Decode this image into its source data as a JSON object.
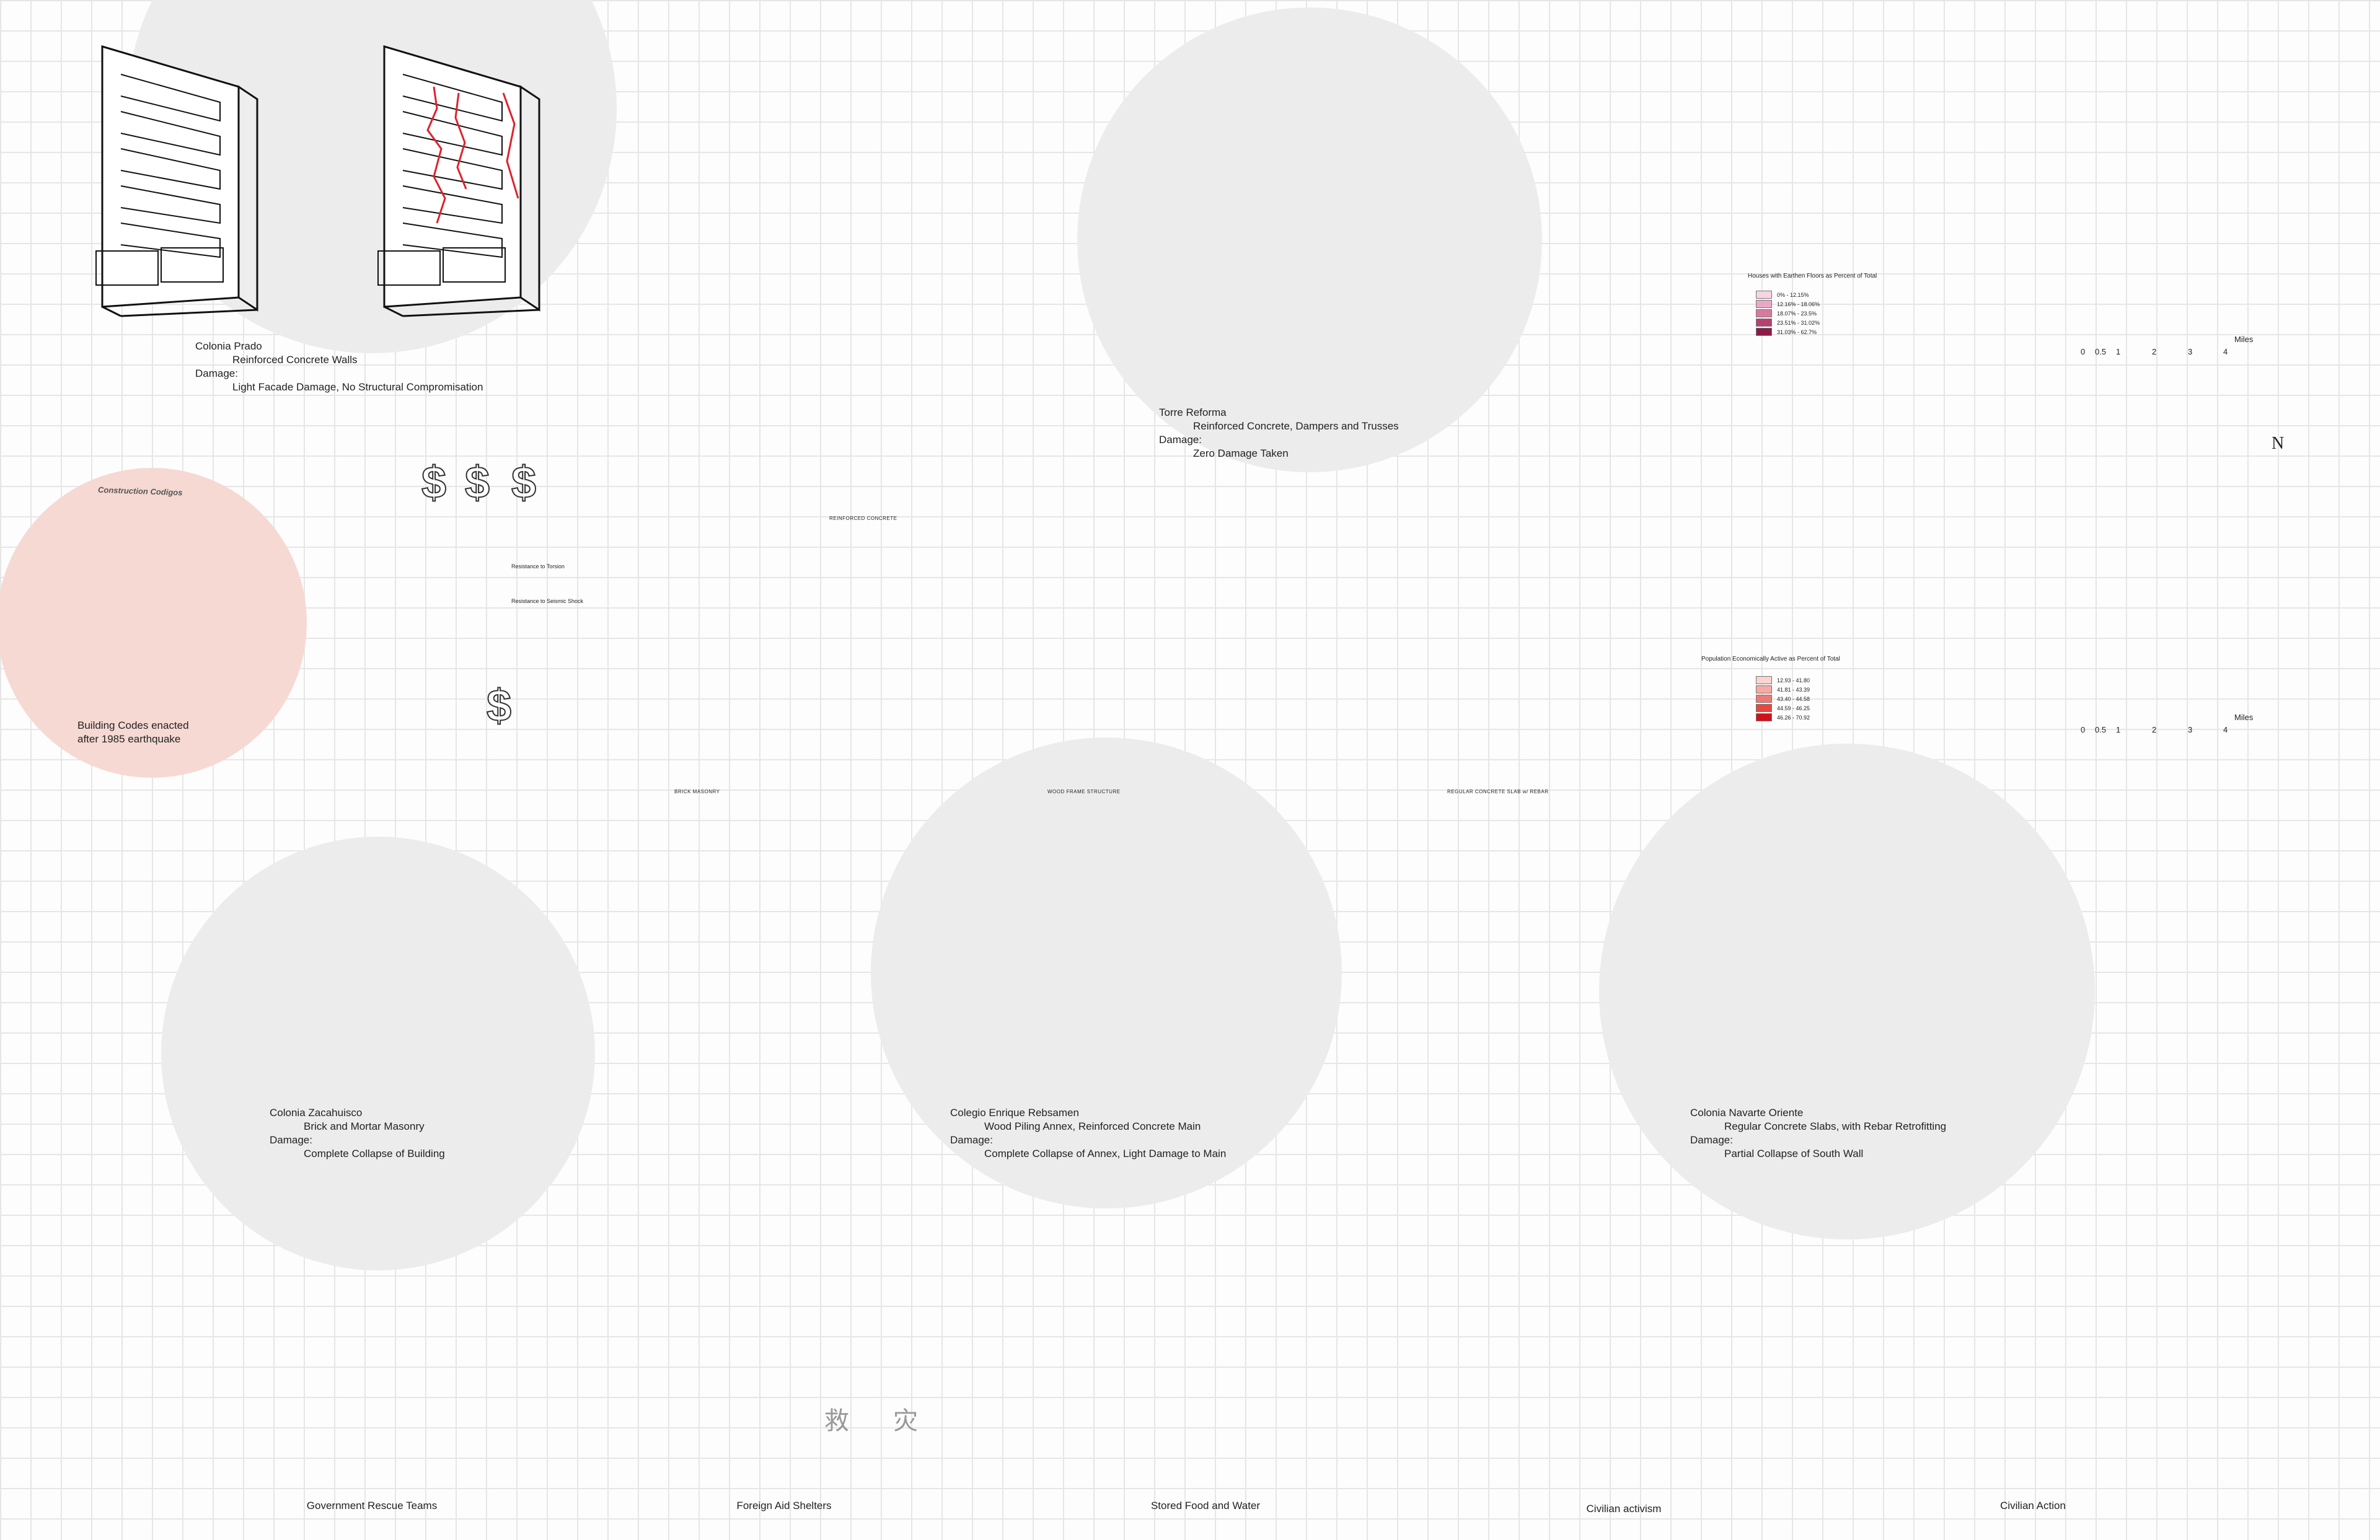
{
  "case_studies": {
    "prado": {
      "name": "Colonia Prado",
      "system": "Reinforced Concrete Walls",
      "damage_label": "Damage:",
      "damage": "Light Facade Damage, No Structural Compromisation"
    },
    "reforma": {
      "name": "Torre Reforma",
      "system": "Reinforced Concrete, Dampers and Trusses",
      "damage_label": "Damage:",
      "damage": "Zero Damage Taken"
    },
    "zacahuisco": {
      "name": "Colonia Zacahuisco",
      "system": "Brick and Mortar Masonry",
      "damage_label": "Damage:",
      "damage": "Complete Collapse of Building"
    },
    "rebsamen": {
      "name": "Colegio Enrique Rebsamen",
      "system": "Wood Piling Annex, Reinforced Concrete Main",
      "damage_label": "Damage:",
      "damage": "Complete Collapse of Annex, Light Damage to Main"
    },
    "navarte": {
      "name": "Colonia Navarte Oriente",
      "system": "Regular Concrete Slabs, with Rebar Retrofitting",
      "damage_label": "Damage:",
      "damage": "Partial Collapse of South Wall"
    }
  },
  "codes": {
    "scroll_title": "Construction Codigos",
    "label_line1": "Building Codes enacted",
    "label_line2": "after 1985 earthquake",
    "resistance_torsion": "Resistance to Torsion",
    "resistance_seismic": "Resistance to Seismic Shock",
    "currency_symbol": "$"
  },
  "materials": {
    "reinforced": "REINFORCED CONCRETE",
    "brick": "BRICK MASONRY",
    "wood": "WOOD FRAME STRUCTURE",
    "slab": "REGULAR CONCRETE SLAB w/ REBAR"
  },
  "maps": {
    "map1": {
      "title": "Houses with Earthen Floors as Percent of Total",
      "legend": [
        {
          "label": "0% - 12.15%",
          "color": "#f8d3e4"
        },
        {
          "label": "12.16% - 18.06%",
          "color": "#eba8c6"
        },
        {
          "label": "18.07% - 23.5%",
          "color": "#d9799f"
        },
        {
          "label": "23.51% - 31.02%",
          "color": "#b8406f"
        },
        {
          "label": "31.03% - 62.7%",
          "color": "#8c1a47"
        }
      ]
    },
    "map2": {
      "title": "Population Economically Active as Percent of Total",
      "legend": [
        {
          "label": "12.93 - 41.80",
          "color": "#fbd3d0"
        },
        {
          "label": "41.81 - 43.39",
          "color": "#f5aaa4"
        },
        {
          "label": "43.40 - 44.58",
          "color": "#ee7a73"
        },
        {
          "label": "44.59 - 46.25",
          "color": "#e44840"
        },
        {
          "label": "46.26 - 70.92",
          "color": "#d2101a"
        }
      ]
    },
    "scale_ticks": [
      "0",
      "0.5",
      "1",
      "2",
      "3",
      "4"
    ],
    "scale_unit": "Miles",
    "north": "N"
  },
  "photos": [
    {
      "label": "Government Rescue Teams"
    },
    {
      "label": "Foreign Aid Shelters",
      "sign": "救 灾"
    },
    {
      "label": "Stored Food and Water"
    },
    {
      "label": "Civilian activism"
    },
    {
      "label": "Civilian Action"
    }
  ]
}
